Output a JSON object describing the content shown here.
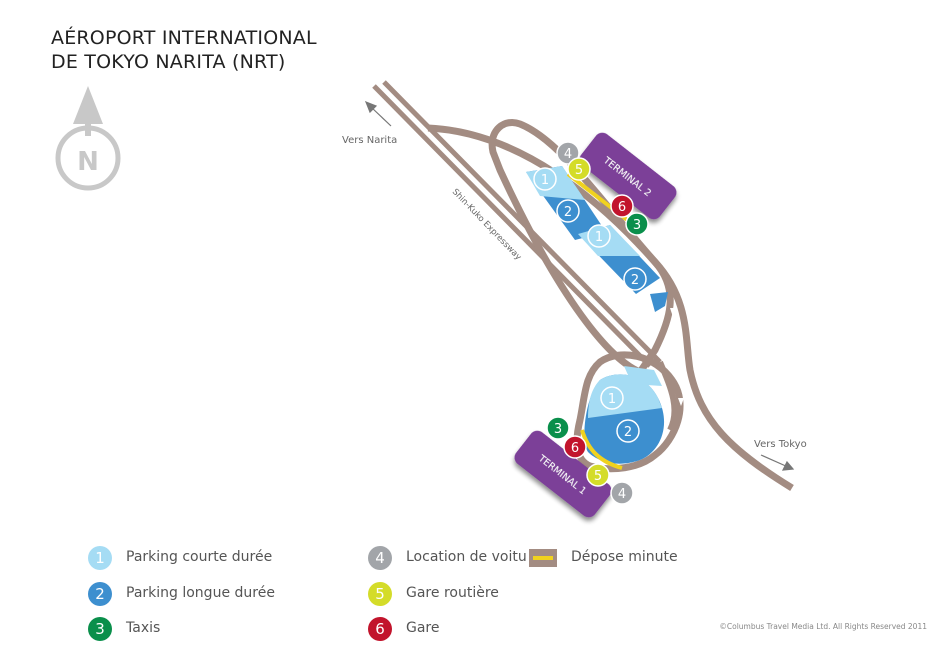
{
  "title": {
    "line1": "AÉROPORT INTERNATIONAL",
    "line2": "DE TOKYO NARITA (NRT)"
  },
  "compass": {
    "letter": "N"
  },
  "map_labels": {
    "vers_narita": "Vers Narita",
    "vers_tokyo": "Vers Tokyo",
    "expressway": "Shin-Kuko Expressway",
    "terminal_2": "TERMINAL 2",
    "terminal_1": "TERMINAL 1"
  },
  "markers": {
    "m1": "1",
    "m2": "2",
    "m3": "3",
    "m4": "4",
    "m5": "5",
    "m6": "6"
  },
  "legend": {
    "items": [
      {
        "num": "1",
        "label": "Parking courte durée",
        "color": "#a5dcf4"
      },
      {
        "num": "2",
        "label": "Parking longue durée",
        "color": "#3d8fcf"
      },
      {
        "num": "3",
        "label": "Taxis",
        "color": "#0a8f4b"
      },
      {
        "num": "4",
        "label": "Location de voitu",
        "color": "#a2a5a9"
      },
      {
        "num": "5",
        "label": "Gare routière",
        "color": "#d4dc29"
      },
      {
        "num": "6",
        "label": "Gare",
        "color": "#c2142c"
      }
    ],
    "depose": "Dépose minute"
  },
  "copyright": "©Columbus Travel Media Ltd. All Rights Reserved 2011",
  "colors": {
    "road": "#a38c82",
    "terminal": "#7b3f98",
    "parking_short": "#a5dcf4",
    "parking_long": "#3d8fcf",
    "drop_off": "#f0d21e",
    "compass": "#c8c8c8"
  }
}
